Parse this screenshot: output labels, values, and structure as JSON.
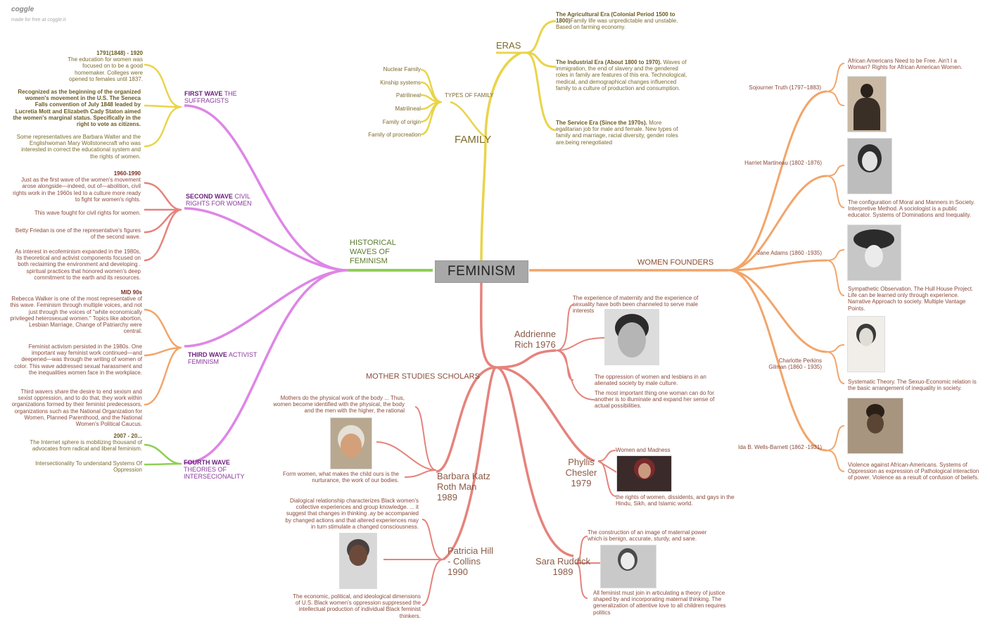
{
  "logo": {
    "name": "coggle",
    "tagline": "made for free at coggle.it"
  },
  "central": "FEMINISM",
  "eras": {
    "title": "ERAS",
    "items": [
      {
        "head": "The Agricultural Era (Colonial Period 1500 to 1800)",
        "body": "Family life was unpredictable and unstable. Based on farming economy."
      },
      {
        "head": "The Industrial Era (About 1800 to 1970).",
        "body": "Waves of immigration, the end of slavery and the gendered roles in family are features of this era. Technological, medical, and demographical changes influenced family to a culture of production and consumption."
      },
      {
        "head": "The Service Era (Since the 1970s).",
        "body": "More egalitarian job for male and female. New types of family and marriage, racial diversity, gender roles are.being renegotiated"
      }
    ]
  },
  "family": {
    "title": "FAMILY",
    "types_label": "TYPES OF FAMILY",
    "types": [
      "Nuclear Family",
      "Kinship systems",
      "Patrilineal",
      "Matrilineal",
      "Family of origin",
      "Family of procreation"
    ]
  },
  "historical": {
    "title": "HISTORICAL WAVES OF FEMINISM",
    "first": {
      "bold": "FIRST WAVE",
      "rest": "THE SUFFRAGISTS",
      "notes": [
        {
          "head": "1791(1848) - 1920",
          "body": "The education for women was focused on to be a good homemaker. Colleges were opened to females until 1837."
        },
        {
          "head": "Recognized as the beginning of the organized women's movement in the U.S. The Seneca Falls convention of July 1848 leaded by Lucretia Mott and Elizabeth Cady Staton aimed the women's marginal status. Specifically in the right to vote as citizens.",
          "body": ""
        },
        {
          "head": "",
          "body": "Some representatives are Barbara Walter and the Englishwoman Mary Wollstonecraft who was interested in correct the educational system and the rights of women."
        }
      ]
    },
    "second": {
      "bold": "SECOND WAVE",
      "rest": "CIVIL RIGHTS FOR WOMEN",
      "notes": [
        {
          "head": "1960-1990",
          "body": "Just as the first wave of the women's movement arose alongside—indeed, out of—abolition, civil rights work in the 1960s led to a culture more ready to fight for women's rights."
        },
        {
          "head": "",
          "body": "This wave fought for civil rights for women."
        },
        {
          "head": "",
          "body": "Betty Friedan is one of the representative's figures of the second wave."
        },
        {
          "head": "",
          "body": "As interest in ecofeminism expanded in the 1980s, its theoretical and activist components focused on both reclaiming the environment and developing . spiritual practices that honored women's deep commitment to the earth and its resources."
        }
      ]
    },
    "third": {
      "bold": "THIRD WAVE",
      "rest": "ACTIVIST FEMINISM",
      "notes": [
        {
          "head": "MID 90s",
          "body": "Rebecca Walker is one of the most representative of this wave. Feminism through multiple voices, and not just through the voices of \"white economically privileged heterosexual women.\" Topics like abortion, Lesbian Marriage, Change of Patriarchy were central."
        },
        {
          "head": "",
          "body": "Feminist activism persisted in the 1980s. One important way feminist work continued—and deepened—was through the writing of women of color. This wave addressed sexual harassment and the inequalities women face in the workplace."
        },
        {
          "head": "",
          "body": "Third wavers share the desire to end sexism and sexist oppression, and to do that, they work within organizations formed by their feminist predecessors, organizations such as the National Organization for Women, Planned Parenthood, and the National Women's Political Caucus."
        }
      ]
    },
    "fourth": {
      "bold": "FOURTH WAVE",
      "rest": "THEORIES OF INTERSECIONALITY",
      "notes": [
        {
          "head": "2007 - 20...",
          "body": "The Internet sphere is mobilizing thousand of advocates from radical and liberal feminism."
        },
        {
          "head": "",
          "body": "Intersectionality To understand Systems Of Oppression"
        }
      ]
    }
  },
  "founders": {
    "title": "WOMEN FOUNDERS",
    "people": [
      {
        "name": "Sojourner Truth (1797–1883)",
        "note": "African Americans Need to be Free. Ain't I a Woman? Rights for African American Women."
      },
      {
        "name": "Harriet Martineau (1802 -1876)",
        "note": "The configuration of Moral and Manners in Society. Interpretive Method. A sociologist is a public educator. Systems of Dominations and Inequality."
      },
      {
        "name": "Jane Adams (1860 -1935)",
        "note": "Sympathetic Observation. The Hull House Project. Life can be learned only through experience. Narrative Approach to society. Multiple Vantage Points."
      },
      {
        "name": "Charlotte Perkins Gilman (1860 - 1935)",
        "note": "Systematic Theory. The Sexuo-Economic relation is the basic arrangement of inequality in society."
      },
      {
        "name": "Ida B. Wells-Barnett (1862 -1931)",
        "note": "Violence against African-Americans. Systems of Oppression as expression of Pathological interaction of power. Violence as a result of confusion of beliefs."
      }
    ]
  },
  "mother": {
    "title": "MOTHER STUDIES SCHOLARS",
    "rich": {
      "name": "Addrienne Rich 1976",
      "notes": [
        "The experience of maternity and the experience of sexuality have both been channeled to serve male interests",
        "The oppression of women and lesbians in an alienated society by male culture.",
        "The most important thing one woman can do for another is to illuminate and expand her sense of actual possibilities."
      ]
    },
    "chesler": {
      "name": "Phyllis Chesler 1979",
      "notes": [
        "Women and Madness",
        "the rights of women, dissidents, and gays in the Hindu, Sikh, and Islamic world."
      ]
    },
    "ruddick": {
      "name": "Sara Ruddick 1989",
      "notes": [
        "The construction of an image of maternal power which is benign, accurate, sturdy, and sane.",
        "All feminist must join in articulating a theory of justice shaped by and incorporating maternal thinking. The generalization of attentive love to all children requires politics"
      ]
    },
    "rothman": {
      "name": "Barbara Katz Roth Man 1989",
      "notes": [
        "Mothers do the physical work of the body ... Thus, women become identified with the physical, the body and the men with the higher, the rational",
        "Form women, what makes the child ours is the nurturance, the work of our bodies."
      ]
    },
    "collins": {
      "name": "Patricia Hill - Collins 1990",
      "notes": [
        "Dialogical relationship characterizes Black women's collective experiences and group knowledge. ... it suggest that changes in thinking .ay be accompanied by changed actions and that altered experiences may in turn stimulate a changed consciousness.",
        "The economic, political, and ideological dimensions of U.S. Black women's oppression suppressed the intellectual production of individual Black feminist thinkers."
      ]
    }
  }
}
